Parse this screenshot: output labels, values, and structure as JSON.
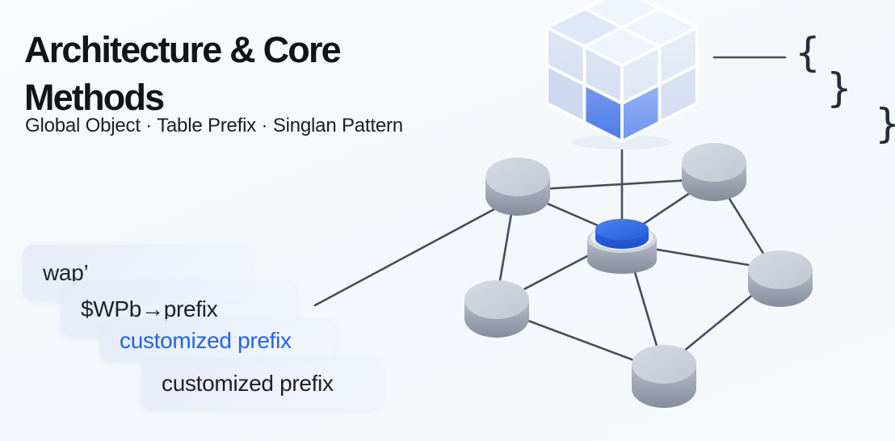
{
  "slide": {
    "title_line1": "Architecture & Core",
    "title_line2": "Methods",
    "subtitle": "Global Object · Table Prefix · Singlan Pattern"
  },
  "snippets": {
    "items": [
      {
        "label": "wap’"
      },
      {
        "label": "$WPb→prefix"
      },
      {
        "label": "customized prefix"
      },
      {
        "label": "customized prefix"
      }
    ]
  },
  "braces": {
    "open_brace": "{",
    "close_brace_1": "}",
    "close_brace_2": "}"
  },
  "diagram": {
    "cube_icon": "glass-cube-2x2-with-blue-cell",
    "hub_node": "central-hub-with-blue-disc",
    "satellite_node_count": 5
  },
  "colors": {
    "background": "#f6f8fb",
    "title_text": "#131419",
    "accent_blue_text": "#2563e8",
    "snippet_dark_text": "#241c2b",
    "edge_line": "#474d60",
    "node_top_gray": "#ccd1db",
    "node_side_gray": "#8f96a5",
    "hub_disc_blue": "#2b67e4",
    "cube_blue_cell": "#5b84e9",
    "card_background": "#e4eaf7",
    "brace_text": "#262b3d"
  }
}
